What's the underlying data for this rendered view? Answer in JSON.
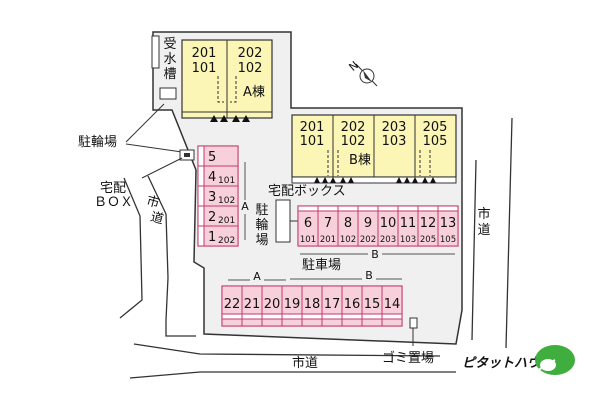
{
  "colors": {
    "site_fill": "#f0f0f0",
    "building_fill": "#fbf5b6",
    "parking_fill": "#f8d0dc",
    "parking_stroke": "#c23a6a",
    "line": "#333333",
    "logo_green": "#3fae3f"
  },
  "building_a": {
    "name": "A棟",
    "units": [
      {
        "top": "201",
        "bottom": "101"
      },
      {
        "top": "202",
        "bottom": "102"
      }
    ]
  },
  "building_b": {
    "name": "B棟",
    "units": [
      {
        "top": "201",
        "bottom": "101"
      },
      {
        "top": "202",
        "bottom": "102"
      },
      {
        "top": "203",
        "bottom": "103"
      },
      {
        "top": "205",
        "bottom": "105"
      }
    ]
  },
  "labels": {
    "water_tank": "受水槽",
    "bicycle_parking": "駐輪場",
    "bicycle_parking_vertical": "駐輪場",
    "delivery_box_1": "宅配",
    "delivery_box_2": "ＢＯＸ",
    "delivery_box_center": "宅配ボックス",
    "parking_lot": "駐車場",
    "garbage": "ゴミ置場",
    "road_left": "市道",
    "road_right": "市道",
    "road_bottom": "市道",
    "north": "N",
    "group_a_left": "A",
    "group_b_mid": "B",
    "group_a_bottom": "A",
    "group_b_bottom": "B"
  },
  "parking_left": [
    {
      "num": "5",
      "unit": ""
    },
    {
      "num": "4",
      "unit": "101"
    },
    {
      "num": "3",
      "unit": "102"
    },
    {
      "num": "2",
      "unit": "201"
    },
    {
      "num": "1",
      "unit": "202"
    }
  ],
  "parking_middle": [
    {
      "num": "6",
      "unit": "101"
    },
    {
      "num": "7",
      "unit": "201"
    },
    {
      "num": "8",
      "unit": "102"
    },
    {
      "num": "9",
      "unit": "202"
    },
    {
      "num": "10",
      "unit": "203"
    },
    {
      "num": "11",
      "unit": "103"
    },
    {
      "num": "12",
      "unit": "205"
    },
    {
      "num": "13",
      "unit": "105"
    }
  ],
  "parking_bottom": [
    "22",
    "21",
    "20",
    "19",
    "18",
    "17",
    "16",
    "15",
    "14"
  ],
  "logo": {
    "text": "ピタットハウス"
  }
}
